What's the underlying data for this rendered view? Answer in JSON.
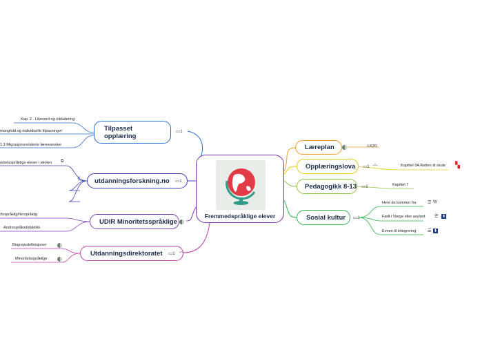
{
  "central": {
    "title": "Fremmedspråklige elever",
    "image": "globe-icon"
  },
  "branches": {
    "laereplan": {
      "label": "Læreplan",
      "color": "#f59c2a",
      "child": "LK20"
    },
    "opplaeringslova": {
      "label": "Opplæringslova",
      "color": "#e6cf10",
      "badge": "1",
      "child": "Kapittel 9A Retten til skole"
    },
    "pedagogikk": {
      "label": "Pedagogikk 8-13",
      "color": "#8cc63f",
      "badge": "1",
      "child": "Kapittel 7"
    },
    "sosial": {
      "label": "Sosial kultur",
      "color": "#2fb34a",
      "badge": "1",
      "children": [
        "Hvor de kommer fra",
        "Født i Norge eller asylant",
        "Evnen til integrering"
      ]
    },
    "tilpasset": {
      "label": "Tilpasset\nopplæring",
      "color": "#2a6fd6",
      "badge": "1",
      "children": [
        "Kap. 2 . Likeverd og inkludering",
        "mangfold og individuelle tilpasninger",
        "1.3 Migrasjonsrelaterte lærevansker"
      ]
    },
    "utdanningsforskning": {
      "label": "utdanningsforskning.no",
      "color": "#3b3fb8",
      "badge": "1",
      "children": [
        "oritetsspråklige elever i skolen",
        "",
        "",
        ""
      ]
    },
    "udir": {
      "label": "UDIR Minoritetsspråklige",
      "color": "#7b3fb5",
      "children": [
        "/tospråklig/flerspråklig",
        "Andrespråksdidaktikk"
      ]
    },
    "utdanningsdirektoratet": {
      "label": "Utdanningsdirektoratet",
      "color": "#c040b0",
      "badge": "1",
      "children": [
        "Begrepsdefinisjoner",
        "Minoritetsspråklige"
      ]
    }
  }
}
